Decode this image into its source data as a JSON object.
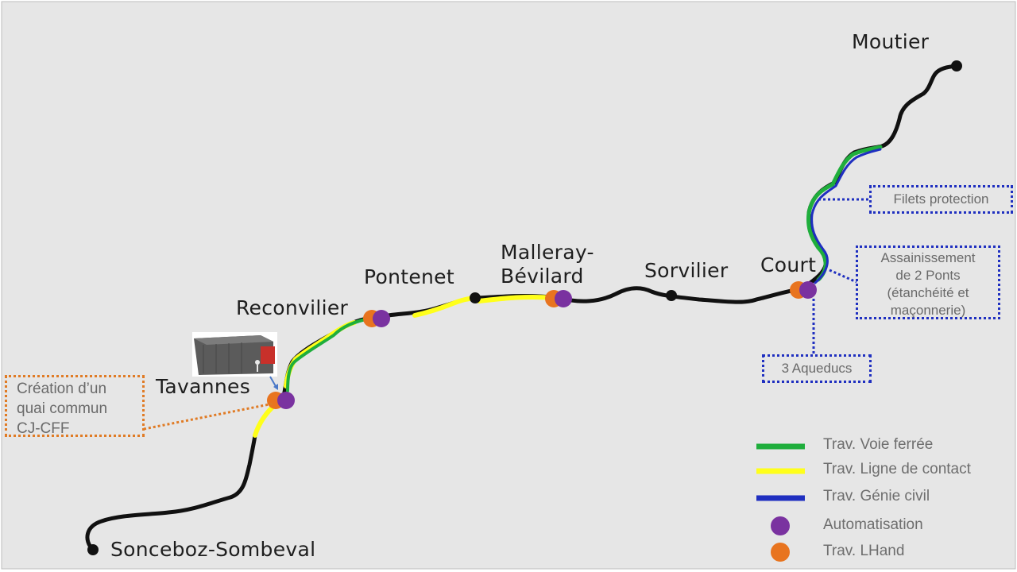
{
  "stations": {
    "moutier": "Moutier",
    "court": "Court",
    "sorvilier": "Sorvilier",
    "malleray": "Malleray-\nBévilard",
    "pontenet": "Pontenet",
    "reconvilier": "Reconvilier",
    "tavannes": "Tavannes",
    "sonceboz": "Sonceboz-Sombeval"
  },
  "callouts": {
    "filets": "Filets protection",
    "assainissement": "Assainissement\nde 2 Ponts\n(étanchéité et\nmaçonnerie)",
    "aqueducs": "3 Aqueducs",
    "quai": "Création d’un\nquai commun\nCJ-CFF"
  },
  "legend": {
    "voie": "Trav. Voie ferrée",
    "ligne": "Trav. Ligne de contact",
    "genie": "Trav. Génie civil",
    "automatisation": "Automatisation",
    "lhand": "Trav. LHand"
  },
  "colors": {
    "background": "#e6e6e6",
    "track": "#111111",
    "voie_ferree": "#1fae3c",
    "ligne_contact": "#ffff1a",
    "genie_civil": "#1f2fc0",
    "automatisation": "#7a32a0",
    "lhand": "#e8741f"
  }
}
